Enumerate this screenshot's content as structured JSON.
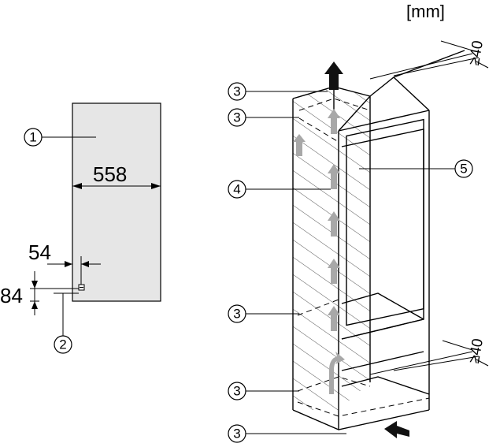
{
  "unit_label": "[mm]",
  "niche": {
    "width_dim": "558",
    "offset_dim": "54",
    "height_dim": "84"
  },
  "clearance": {
    "top": "≥40",
    "middle": "≥40"
  },
  "callouts": {
    "c1": "1",
    "c2": "2",
    "c3": "3",
    "c4": "4",
    "c5": "5"
  },
  "colors": {
    "panel_fill": "#e6e6e6",
    "arrow_gray": "#a8a8a8",
    "arrow_dark": "#111111"
  }
}
